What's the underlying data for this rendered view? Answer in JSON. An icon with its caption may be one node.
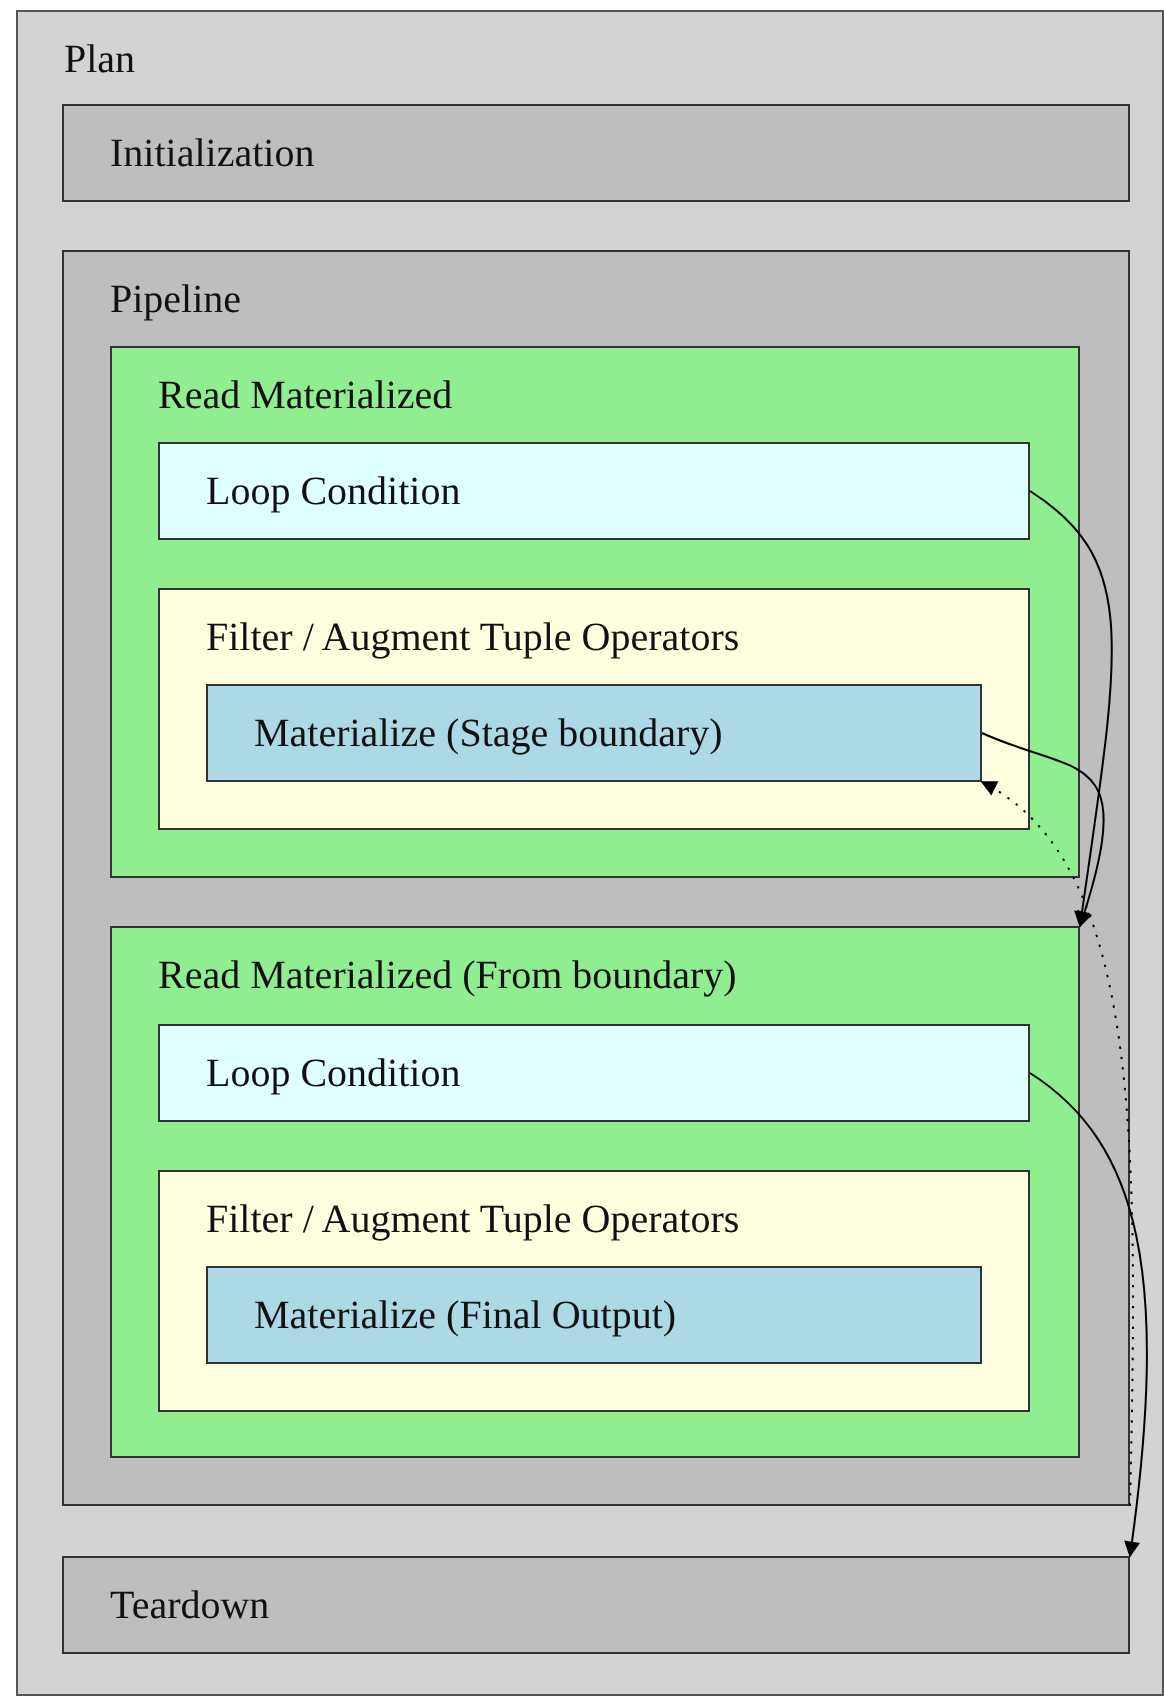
{
  "diagram": {
    "nodes": [
      {
        "text": [
          "Plan"
        ]
      },
      {
        "text": [
          "Initialization"
        ],
        "in": 0
      },
      {
        "text": [
          "Pipeline"
        ],
        "in": 0
      },
      {
        "text": [
          "Read Materialized"
        ],
        "in": 2
      },
      {
        "text": [
          "Loop Condition"
        ],
        "in": 3
      },
      {
        "text": [
          "Filter / Augment Tuple Operators"
        ],
        "in": 3
      },
      {
        "text": [
          "Materialize (Stage boundary)"
        ],
        "in": 5
      },
      {
        "text": [
          "Read Materialized (From boundary)"
        ],
        "in": 2
      },
      {
        "text": [
          "Loop Condition"
        ],
        "in": 7
      },
      {
        "text": [
          "Filter / Augment Tuple Operators"
        ],
        "in": 7
      },
      {
        "text": [
          "Materialize (Final Output)"
        ],
        "in": 9
      },
      {
        "text": [
          "Teardown"
        ],
        "in": 0
      }
    ],
    "edges": [
      {
        "from": 4,
        "to": 7,
        "arrow": "to"
      },
      {
        "from": 6,
        "to": 7,
        "arrow": "to"
      },
      {
        "from": 2,
        "to": 6,
        "arrow": "to",
        "style": "dashed"
      },
      {
        "from": 8,
        "to": 11,
        "arrow": "to"
      }
    ]
  }
}
